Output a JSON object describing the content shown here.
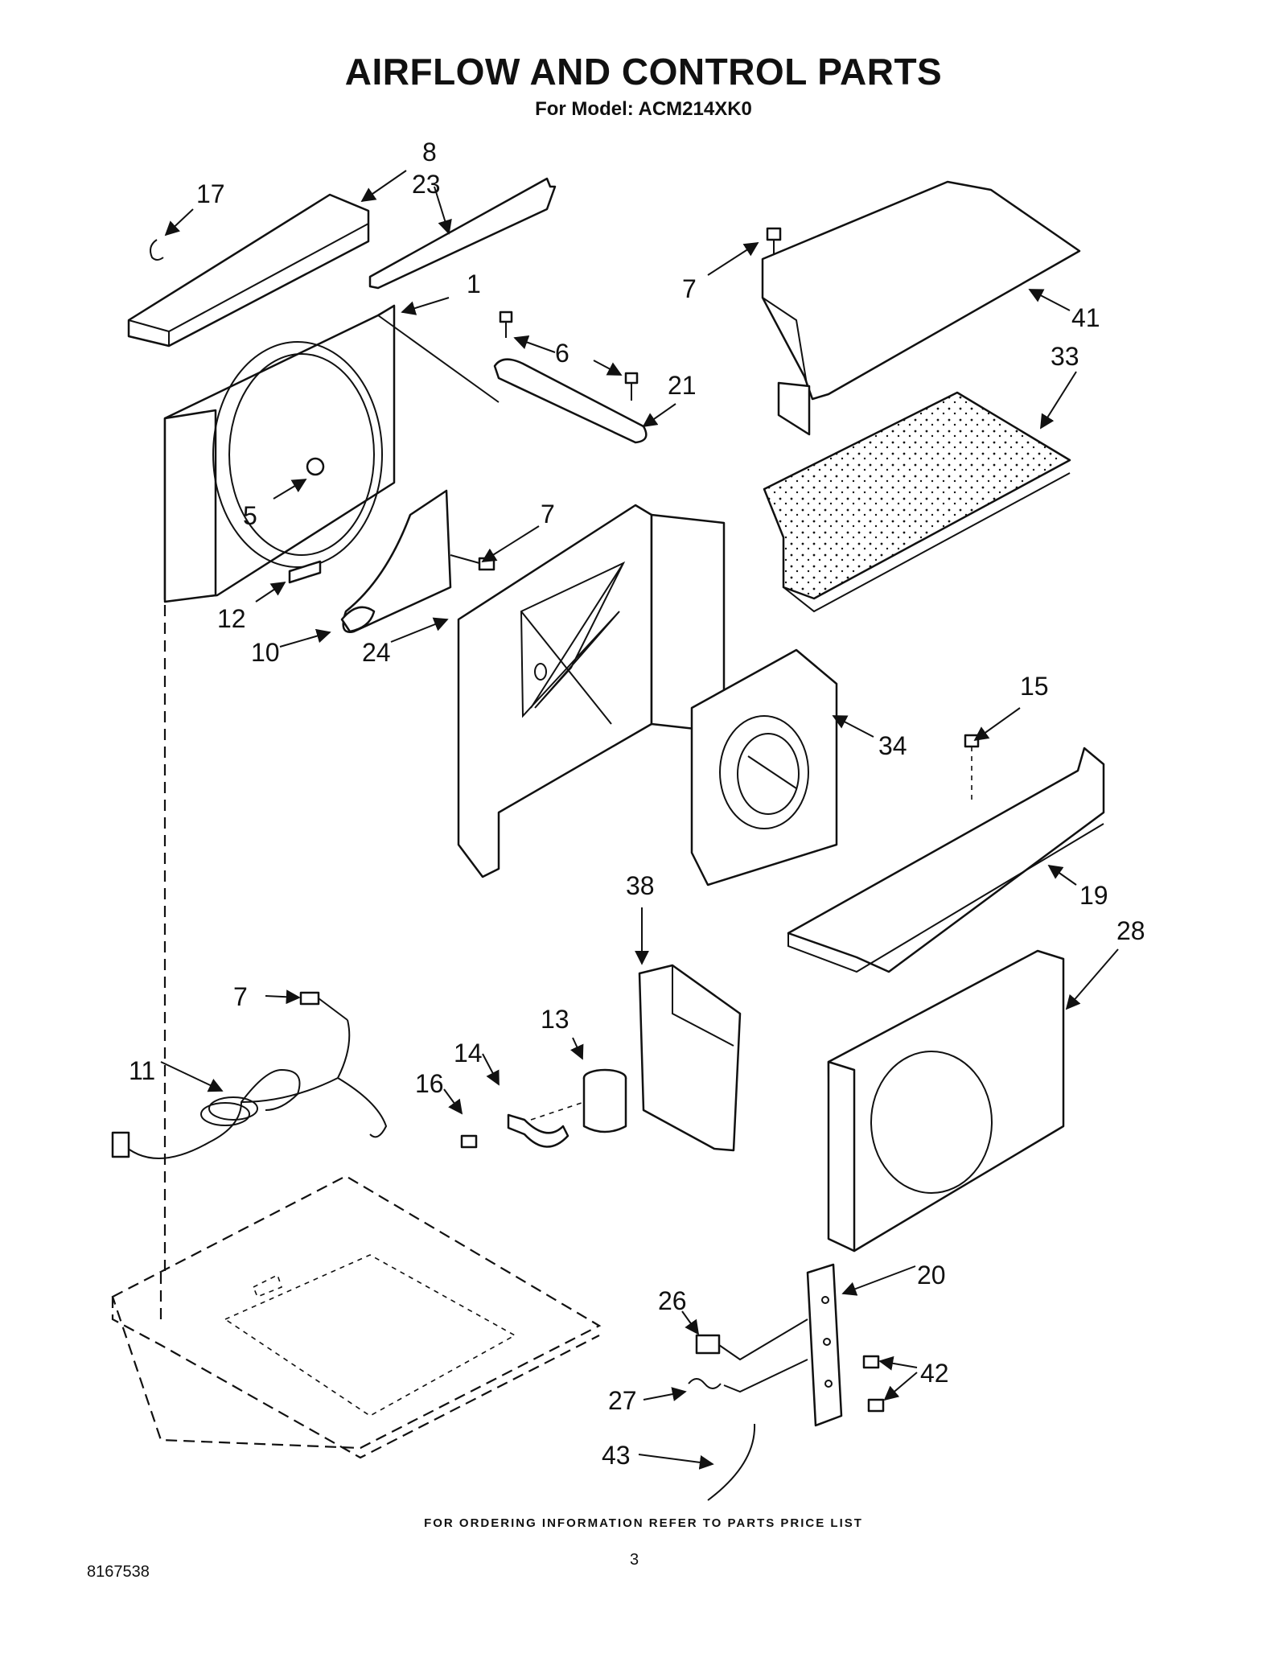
{
  "header": {
    "title": "AIRFLOW AND CONTROL PARTS",
    "subtitle": "For Model: ACM214XK0"
  },
  "callouts": {
    "c1": "1",
    "c5": "5",
    "c6": "6",
    "c7a": "7",
    "c7b": "7",
    "c7c": "7",
    "c8": "8",
    "c10": "10",
    "c11": "11",
    "c12": "12",
    "c13": "13",
    "c14": "14",
    "c15": "15",
    "c16": "16",
    "c17": "17",
    "c19": "19",
    "c20": "20",
    "c21": "21",
    "c23": "23",
    "c24": "24",
    "c26": "26",
    "c27": "27",
    "c28": "28",
    "c33": "33",
    "c34": "34",
    "c38": "38",
    "c41": "41",
    "c42": "42",
    "c43": "43"
  },
  "footer": {
    "ordering_note": "FOR ORDERING INFORMATION REFER TO PARTS PRICE LIST",
    "document_number": "8167538",
    "page_number": "3"
  }
}
